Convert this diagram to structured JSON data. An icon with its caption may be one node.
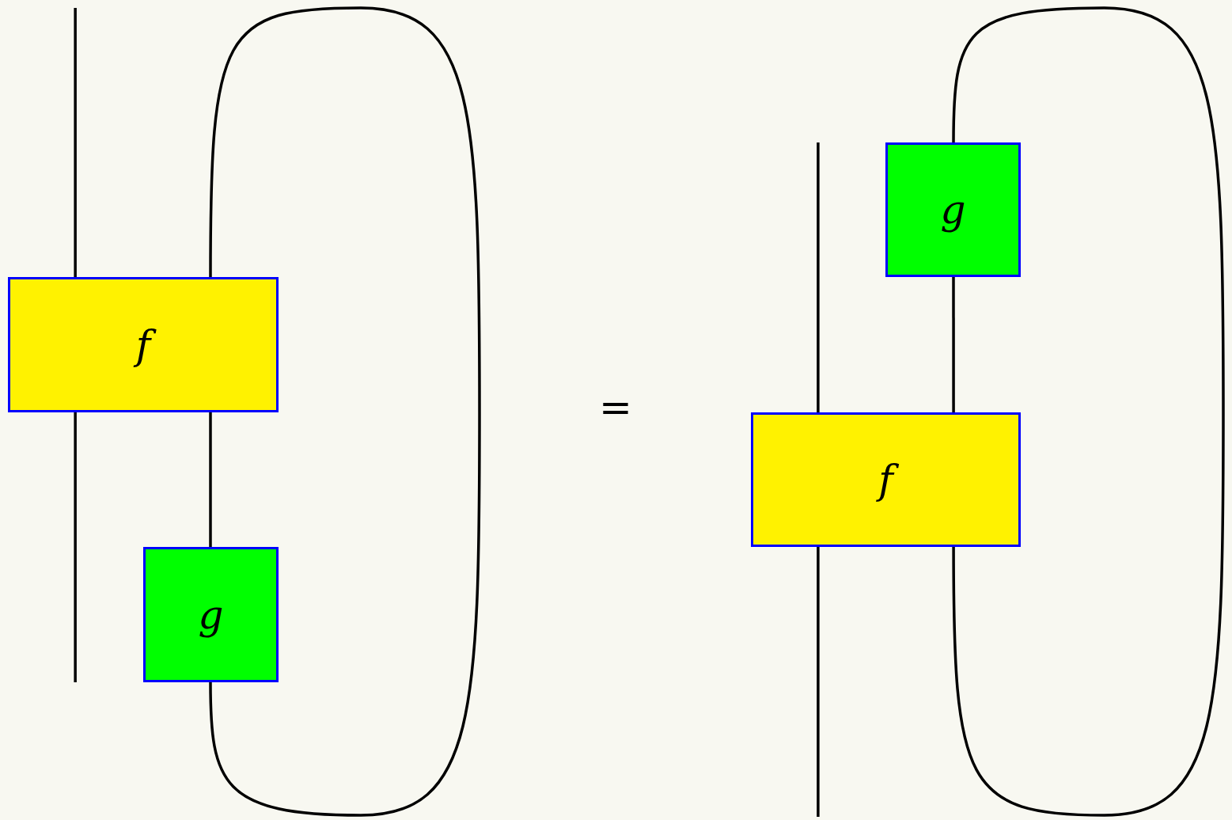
{
  "diagram": {
    "nodes": [
      {
        "text": [
          "f"
        ]
      },
      {
        "text": [
          "g"
        ]
      },
      {
        "text": [
          "g"
        ]
      },
      {
        "text": [
          "f"
        ]
      }
    ],
    "edges": [
      {
        "from": null,
        "to": 0,
        "arrow": "none"
      },
      {
        "from": 0,
        "to": null,
        "arrow": "none"
      },
      {
        "from": 0,
        "to": 1,
        "arrow": "none"
      },
      {
        "from": 1,
        "to": 0,
        "arrow": "none"
      },
      {
        "from": null,
        "to": 3,
        "arrow": "none"
      },
      {
        "from": 3,
        "to": null,
        "arrow": "none"
      },
      {
        "from": 2,
        "to": 3,
        "arrow": "none"
      },
      {
        "from": 3,
        "to": 2,
        "arrow": "none"
      }
    ],
    "labels": [
      "="
    ]
  }
}
